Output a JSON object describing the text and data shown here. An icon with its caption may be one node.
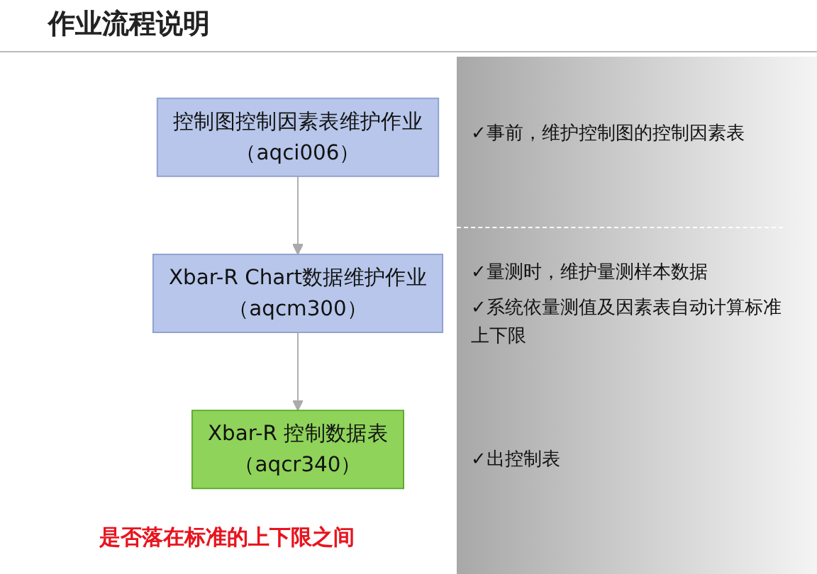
{
  "diagram": {
    "title": "作业流程说明",
    "nodes": [
      {
        "text": [
          "控制图控制因素表维护作业",
          "（aqci006）"
        ]
      },
      {
        "text": [
          "Xbar-R Chart数据维护作业",
          "（aqcm300）"
        ]
      },
      {
        "text": [
          "Xbar-R 控制数据表",
          "（aqcr340）"
        ]
      }
    ],
    "edges": [
      {
        "from": 0,
        "to": 1,
        "arrow": "to"
      },
      {
        "from": 1,
        "to": 2,
        "arrow": "to"
      }
    ],
    "labels": [
      "✓事前，维护控制图的控制因素表",
      "✓量测时，维护量测样本数据",
      "✓系统依量测值及因素表自动计算标准上下限",
      "✓出控制表",
      "是否落在标准的上下限之间"
    ]
  }
}
